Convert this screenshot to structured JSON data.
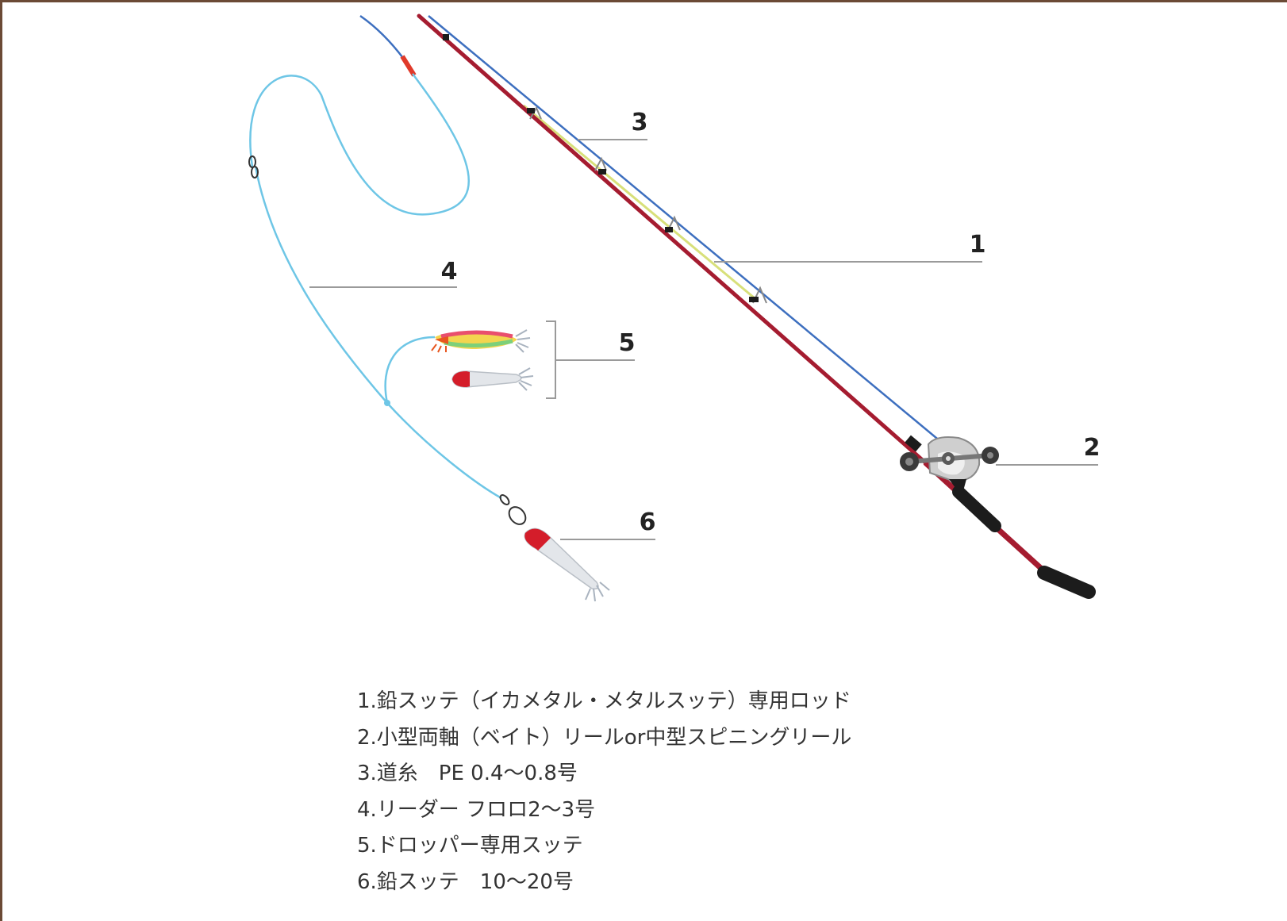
{
  "callouts": [
    "1",
    "2",
    "3",
    "4",
    "5",
    "6"
  ],
  "legend": [
    "1.鉛スッテ（イカメタル・メタルスッテ）専用ロッド",
    "2.小型両軸（ベイト）リールor中型スピニングリール",
    "3.道糸　PE 0.4〜0.8号",
    "4.リーダー フロロ2〜3号",
    "5.ドロッパー専用スッテ",
    "6.鉛スッテ　10〜20号"
  ],
  "colors": {
    "rod": "#a51c30",
    "main_line": "#3d6fbf",
    "leader": "#6ec6e6",
    "callout_line": "#9a9a9a",
    "frame": "#6b4a36"
  }
}
